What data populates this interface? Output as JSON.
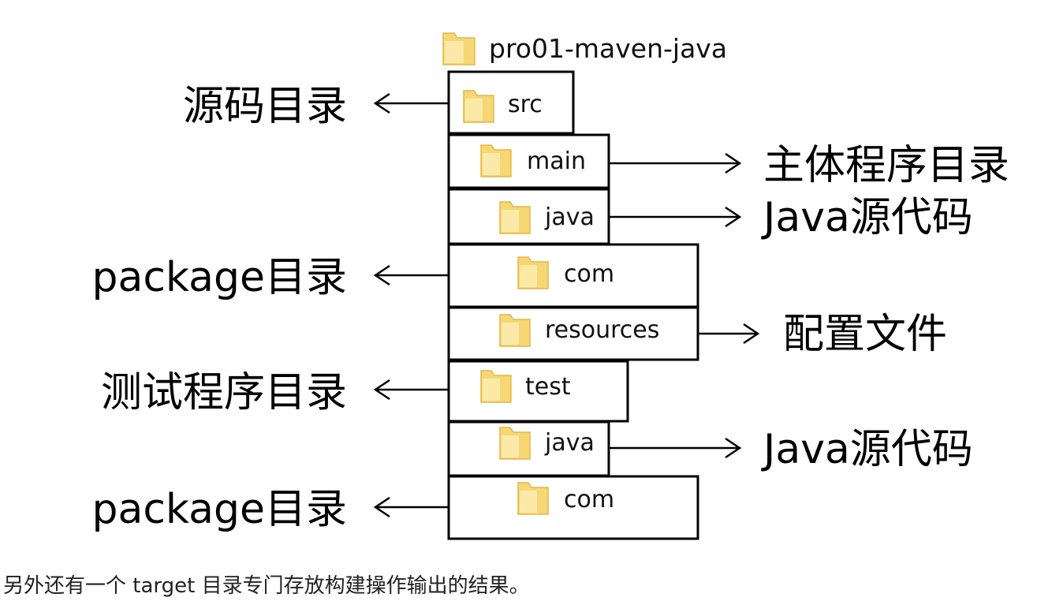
{
  "root": {
    "label": "pro01-maven-java",
    "icon": "folder-icon"
  },
  "folders": [
    {
      "id": "src",
      "label": "src",
      "icon": "folder-icon"
    },
    {
      "id": "main",
      "label": "main",
      "icon": "folder-icon"
    },
    {
      "id": "main-java",
      "label": "java",
      "icon": "folder-icon"
    },
    {
      "id": "main-com",
      "label": "com",
      "icon": "folder-icon"
    },
    {
      "id": "resources",
      "label": "resources",
      "icon": "folder-icon"
    },
    {
      "id": "test",
      "label": "test",
      "icon": "folder-icon"
    },
    {
      "id": "test-java",
      "label": "java",
      "icon": "folder-icon"
    },
    {
      "id": "test-com",
      "label": "com",
      "icon": "folder-icon"
    }
  ],
  "annotations": [
    {
      "target": "src",
      "text": "源码目录",
      "side": "left"
    },
    {
      "target": "main",
      "text": "主体程序目录",
      "side": "right"
    },
    {
      "target": "main-java",
      "text": "Java源代码",
      "side": "right"
    },
    {
      "target": "main-com",
      "text": "package目录",
      "side": "left"
    },
    {
      "target": "resources",
      "text": "配置文件",
      "side": "right"
    },
    {
      "target": "test",
      "text": "测试程序目录",
      "side": "left"
    },
    {
      "target": "test-java",
      "text": "Java源代码",
      "side": "right"
    },
    {
      "target": "test-com",
      "text": "package目录",
      "side": "left"
    }
  ],
  "caption": "另外还有一个 target 目录专门存放构建操作输出的结果。",
  "colors": {
    "folder_fill": "#f7d774",
    "folder_light": "#fbe9a8",
    "folder_edge": "#e0b84a",
    "box_border": "#000000"
  }
}
